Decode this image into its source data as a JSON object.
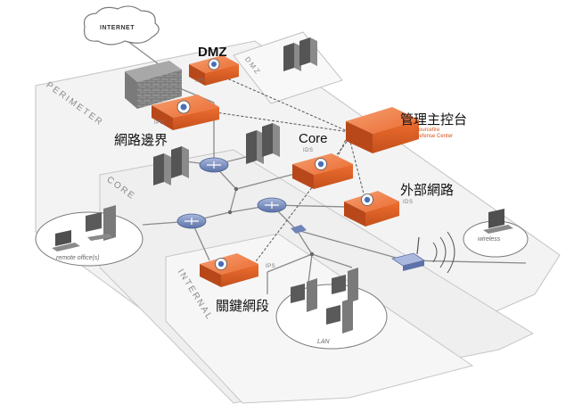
{
  "labels": {
    "internet": "INTERNET",
    "dmz": "DMZ",
    "dmz_zone": "DMZ",
    "perimeter_zone": "PERIMETER",
    "core_zone": "CORE",
    "internal_zone": "INTERNAL",
    "perimeter_cn": "網路邊界",
    "core": "Core",
    "mgmt_console": "管理主控台",
    "external_network": "外部網路",
    "critical_segment": "關鍵網段",
    "remote_office": "remote office(s)",
    "wireless": "wireless",
    "lan": "LAN",
    "ips_dmz": "IPS",
    "ips_perimeter": "IPS",
    "ids_core": "IDS",
    "ids_external": "IDS",
    "ips_internal": "IPS",
    "brand_line1": "Sourcefire",
    "brand_line2": "Defense Center"
  },
  "colors": {
    "appliance": "#e8642a",
    "appliance_dark": "#b8481a",
    "appliance_top": "#f08a55",
    "zone_fill": "#f2f2f2",
    "zone_stroke": "#bdbdbd",
    "cable": "#8a8a8a",
    "router": "#7d93c4",
    "firewall": "#8c8c8c",
    "server": "#6e6e6e"
  },
  "icons": {
    "appliance": "sourcefire-sensor-icon",
    "router": "router-icon",
    "server": "server-tower-icon",
    "firewall": "brick-firewall-icon",
    "workstation": "desktop-computer-icon",
    "laptop": "laptop-icon",
    "cloud": "cloud-icon",
    "switch": "network-switch-icon",
    "access_point": "wireless-access-point-icon"
  }
}
